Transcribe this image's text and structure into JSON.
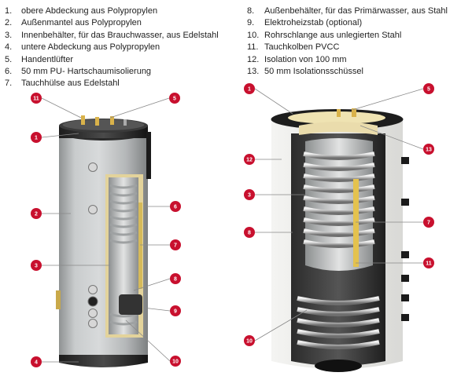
{
  "legend_left": [
    {
      "num": "1.",
      "text": "obere Abdeckung aus Polypropylen"
    },
    {
      "num": "2.",
      "text": "Außenmantel aus Polypropylen"
    },
    {
      "num": "3.",
      "text": "Innenbehälter, für das Brauchwasser, aus Edelstahl"
    },
    {
      "num": "4.",
      "text": "untere Abdeckung aus Polypropylen"
    },
    {
      "num": "5.",
      "text": "Handentlüfter"
    },
    {
      "num": "6.",
      "text": "50 mm PU- Hartschaumisolierung"
    },
    {
      "num": "7.",
      "text": "Tauchhülse aus Edelstahl"
    }
  ],
  "legend_right": [
    {
      "num": "8.",
      "text": "Außenbehälter, für das Primärwasser, aus Stahl"
    },
    {
      "num": "9.",
      "text": "Elektroheizstab (optional)"
    },
    {
      "num": "10.",
      "text": "Rohrschlange aus unlegierten Stahl"
    },
    {
      "num": "11.",
      "text": "Tauchkolben PVCC"
    },
    {
      "num": "12.",
      "text": "Isolation von 100 mm"
    },
    {
      "num": "13.",
      "text": "50 mm Isolationsschüssel"
    }
  ],
  "callouts_left": [
    "11",
    "5",
    "1",
    "6",
    "2",
    "7",
    "3",
    "8",
    "9",
    "4",
    "10"
  ],
  "callouts_right": [
    "1",
    "5",
    "13",
    "12",
    "3",
    "7",
    "8",
    "11",
    "10"
  ],
  "colors": {
    "badge": "#c8102e",
    "tank_silver": "#b9bcbd",
    "cap_dark": "#2a2a2a",
    "foam": "#e8dca6",
    "coil": "#c9c9c9"
  }
}
